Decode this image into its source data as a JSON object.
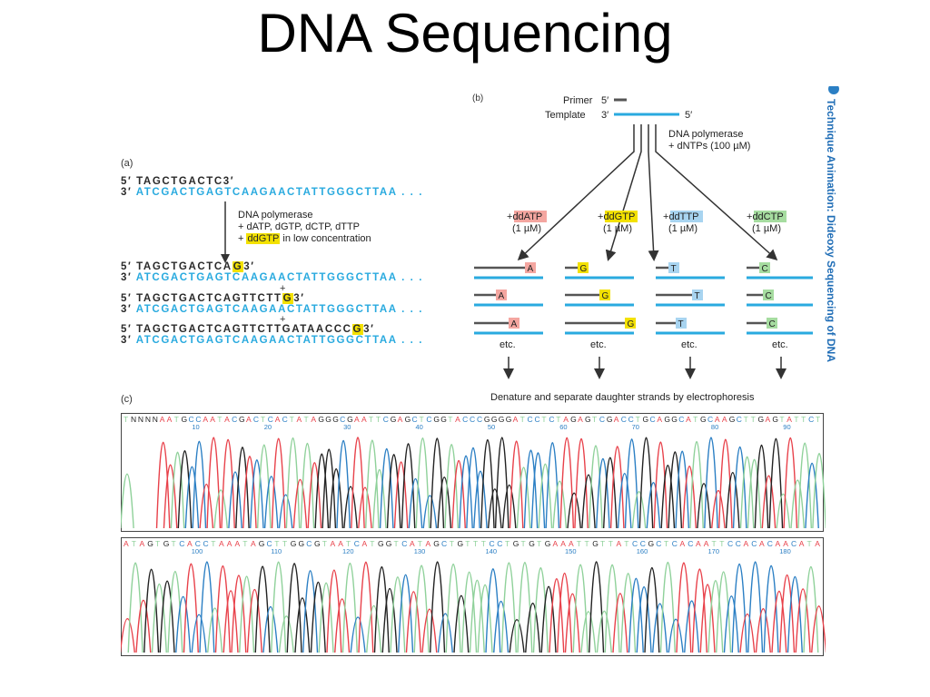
{
  "title": "DNA Sequencing",
  "side_caption": "Technique Animation: Dideoxy Sequencing of DNA",
  "panel_a": {
    "label": "(a)",
    "top_strand": {
      "prefix": "5′",
      "seq": "TAGCTGACTC",
      "suffix": "3′"
    },
    "template_strand": {
      "prefix": "3′",
      "seq": "ATCGACTGAGTCAAGAACTATTGGGCTTAA . . ."
    },
    "note_lines": [
      "DNA polymerase",
      "+ dATP, dGTP, dCTP, dTTP",
      "+ ",
      "ddGTP",
      " in low concentration"
    ],
    "products": [
      {
        "prefix": "5′",
        "seq": "TAGCTGACTCA",
        "term": "G",
        "suffix": "3′"
      },
      {
        "prefix": "5′",
        "seq": "TAGCTGACTCAGTTCTT",
        "term": "G",
        "suffix": "3′"
      },
      {
        "prefix": "5′",
        "seq": "TAGCTGACTCAGTTCTTGATAACCC",
        "term": "G",
        "suffix": "3′"
      }
    ],
    "plus": "+"
  },
  "panel_b": {
    "label": "(b)",
    "primer_label": "Primer",
    "primer_end": "5′",
    "template_label": "Template",
    "template_end3": "3′",
    "template_end5": "5′",
    "polymerase_lines": [
      "DNA polymerase",
      "+ dNTPs (100 µM)"
    ],
    "reactions": [
      {
        "prefix": "+",
        "name": "ddATP",
        "conc": "(1 µM)",
        "base": "A",
        "color": "#f4a6a0"
      },
      {
        "prefix": "+",
        "name": "ddGTP",
        "conc": "(1 µM)",
        "base": "G",
        "color": "#f3e100"
      },
      {
        "prefix": "+",
        "name": "ddTTP",
        "conc": "(1 µM)",
        "base": "T",
        "color": "#a8d4f0"
      },
      {
        "prefix": "+",
        "name": "ddCTP",
        "conc": "(1 µM)",
        "base": "C",
        "color": "#a6dca0"
      }
    ],
    "etc": "etc.",
    "bottom_caption": "Denature and separate daughter strands by electrophoresis"
  },
  "panel_c": {
    "label": "(c)",
    "row1_seq": "TNNNNAATGCCAATACGACTCACTATAGGGCGAATTCGAGCTCGGTACCCGGGGATCCTCTAGAGTCGACCTGCAGGCATGCAAGCTTGAGTATTCT",
    "row1_positions": [
      "10",
      "20",
      "30",
      "40",
      "50",
      "60",
      "70",
      "80",
      "90"
    ],
    "row2_seq": "ATAGTGTCACCTAAATAGCTTGGCGTAATCATGGTCATAGCTGTTTCCTGTGTGAAATTGTTATCCGCTCACAATTCCACACAACATA",
    "row2_positions": [
      "100",
      "110",
      "120",
      "130",
      "140",
      "150",
      "160",
      "170",
      "180"
    ],
    "base_colors": {
      "A": "#e8414a",
      "C": "#2b7fc4",
      "G": "#222222",
      "T": "#8fd19a",
      "N": "#222222"
    }
  },
  "colors": {
    "template_blue": "#29aadf",
    "primer_gray": "#555555"
  }
}
